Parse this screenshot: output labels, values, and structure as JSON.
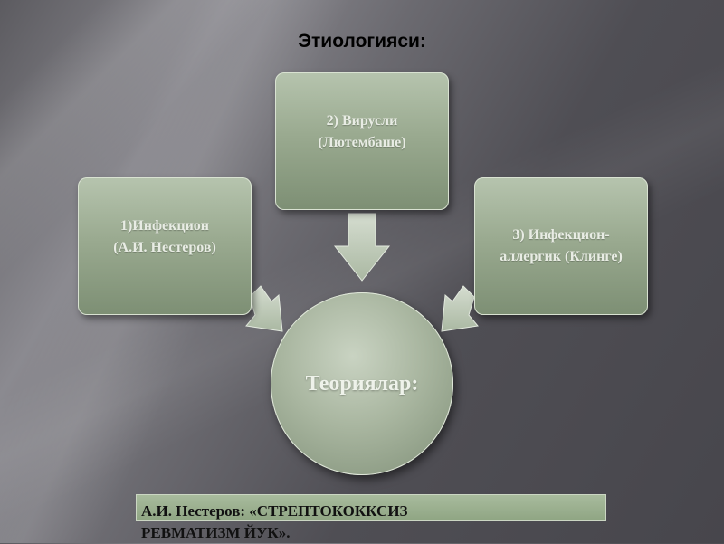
{
  "slide": {
    "title": "Этиологияси:"
  },
  "diagram": {
    "left_box": {
      "line1": "1)Инфекцион",
      "line2": "(А.И. Нестеров)"
    },
    "top_box": {
      "line1": "2) Вирусли",
      "line2": "(Лютембаше)"
    },
    "right_box": {
      "line1": "3) Инфекцион-",
      "line2": "аллергик (Клинге)"
    },
    "center": {
      "label": "Теориялар:"
    }
  },
  "banner": {
    "line1": "А.И. Нестеров: «СТРЕПТОКОККСИЗ",
    "line2": "РЕВМАТИЗМ ЙУК»."
  },
  "colors": {
    "shape_fill": "#9aaa90",
    "arrow_fill": "#c3cfbd",
    "background": "#5c5b60"
  }
}
